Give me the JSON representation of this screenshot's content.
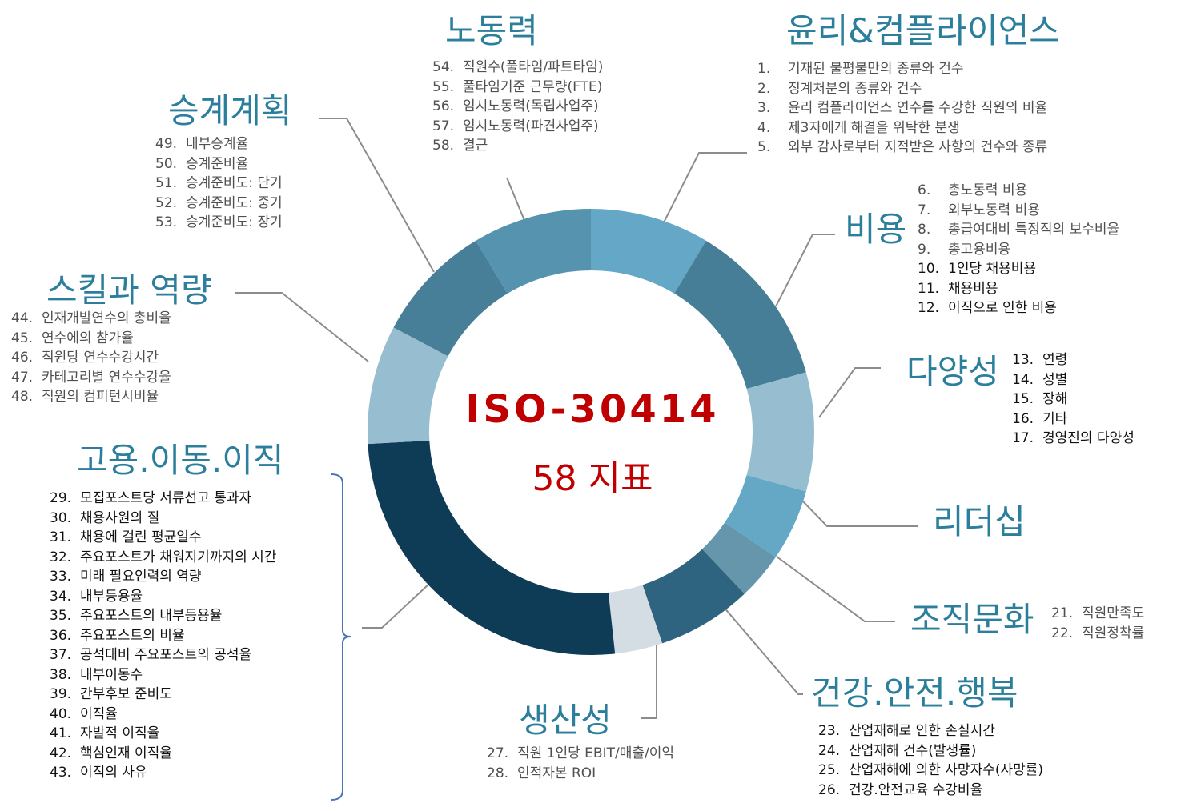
{
  "center": {
    "title": "ISO-30414",
    "subtitle": "58 지표"
  },
  "categories": [
    {
      "id": "labor",
      "title": "노동력",
      "items": [
        {
          "num": "54.",
          "text": "직원수(풀타임/파트타임)"
        },
        {
          "num": "55.",
          "text": "풀타임기준 근무량(FTE)"
        },
        {
          "num": "56.",
          "text": "임시노동력(독립사업주)"
        },
        {
          "num": "57.",
          "text": "임시노동력(파견사업주)"
        },
        {
          "num": "58.",
          "text": "결근"
        }
      ]
    },
    {
      "id": "ethics",
      "title": "윤리&컴플라이언스",
      "items": [
        {
          "num": "1.",
          "text": "기재된 불평불만의 종류와 건수"
        },
        {
          "num": "2.",
          "text": "징계처분의 종류와 건수"
        },
        {
          "num": "3.",
          "text": "윤리 컴플라이언스 연수를  수강한 직원의 비율"
        },
        {
          "num": "4.",
          "text": "제3자에게 해결을 위탁한 분쟁"
        },
        {
          "num": "5.",
          "text": "외부 감사로부터 지적받은 사항의 건수와 종류"
        }
      ]
    },
    {
      "id": "succession",
      "title": "승계계획",
      "items": [
        {
          "num": "49.",
          "text": "내부승계율"
        },
        {
          "num": "50.",
          "text": "승계준비율"
        },
        {
          "num": "51.",
          "text": "승계준비도: 단기"
        },
        {
          "num": "52.",
          "text": "승계준비도: 중기"
        },
        {
          "num": "53.",
          "text": "승계준비도: 장기"
        }
      ]
    },
    {
      "id": "cost",
      "title": "비용",
      "items": [
        {
          "num": "6.",
          "text": "총노동력 비용"
        },
        {
          "num": "7.",
          "text": "외부노동력 비용"
        },
        {
          "num": "8.",
          "text": "총급여대비 특정직의 보수비율"
        },
        {
          "num": "9.",
          "text": "총고용비용"
        },
        {
          "num": "10.",
          "text": "1인당 채용비용"
        },
        {
          "num": "11.",
          "text": "채용비용"
        },
        {
          "num": "12.",
          "text": "이직으로 인한 비용"
        }
      ]
    },
    {
      "id": "skills",
      "title": "스킬과 역량",
      "items": [
        {
          "num": "44.",
          "text": "인재개발연수의 총비율"
        },
        {
          "num": "45.",
          "text": "연수에의 참가율"
        },
        {
          "num": "46.",
          "text": "직원당 연수수강시간"
        },
        {
          "num": "47.",
          "text": "카테고리별 연수수강율"
        },
        {
          "num": "48.",
          "text": "직원의 컴피턴시비율"
        }
      ]
    },
    {
      "id": "diversity",
      "title": "다양성",
      "items": [
        {
          "num": "13.",
          "text": "연령"
        },
        {
          "num": "14.",
          "text": "성별"
        },
        {
          "num": "15.",
          "text": "장해"
        },
        {
          "num": "16.",
          "text": "기타"
        },
        {
          "num": "17.",
          "text": "경영진의 다양성"
        }
      ]
    },
    {
      "id": "hiring",
      "title": "고용.이동.이직",
      "items": [
        {
          "num": "29.",
          "text": "모집포스트당 서류선고 통과자"
        },
        {
          "num": "30.",
          "text": "채용사원의 질"
        },
        {
          "num": "31.",
          "text": "채용에 걸린 평균일수"
        },
        {
          "num": "32.",
          "text": "주요포스트가 채워지기까지의 시간"
        },
        {
          "num": "33.",
          "text": "미래 필요인력의 역량"
        },
        {
          "num": "34.",
          "text": "내부등용율"
        },
        {
          "num": "35.",
          "text": "주요포스트의 내부등용율"
        },
        {
          "num": "36.",
          "text": "주요포스트의 비율"
        },
        {
          "num": "37.",
          "text": "공석대비 주요포스트의 공석율"
        },
        {
          "num": "38.",
          "text": "내부이동수"
        },
        {
          "num": "39.",
          "text": "간부후보 준비도"
        },
        {
          "num": "40.",
          "text": "이직율"
        },
        {
          "num": "41.",
          "text": "자발적 이직율"
        },
        {
          "num": "42.",
          "text": "핵심인재 이직율"
        },
        {
          "num": "43.",
          "text": "이직의 사유"
        }
      ]
    },
    {
      "id": "leadership",
      "title": "리더십",
      "items": []
    },
    {
      "id": "culture",
      "title": "조직문화",
      "items": [
        {
          "num": "21.",
          "text": "직원만족도"
        },
        {
          "num": "22.",
          "text": "직원정착률"
        }
      ]
    },
    {
      "id": "productivity",
      "title": "생산성",
      "items": [
        {
          "num": "27.",
          "text": "직원 1인당 EBIT/매출/이익"
        },
        {
          "num": "28.",
          "text": "인적자본 ROI"
        }
      ]
    },
    {
      "id": "health",
      "title": "건강.안전.행복",
      "items": [
        {
          "num": "23.",
          "text": "산업재해로 인한 손실시간"
        },
        {
          "num": "24.",
          "text": "산업재해 건수(발생률)"
        },
        {
          "num": "25.",
          "text": "산업재해에 의한 사망자수(사망률)"
        },
        {
          "num": "26.",
          "text": "건강.안전교육 수강비율"
        }
      ]
    }
  ],
  "ring_segments": [
    {
      "category": "ethics",
      "indicators": 5,
      "color": "#64a7c6"
    },
    {
      "category": "cost",
      "indicators": 7,
      "color": "#467e98"
    },
    {
      "category": "diversity",
      "indicators": 5,
      "color": "#97bdd0"
    },
    {
      "category": "leadership",
      "indicators": 3,
      "color": "#64a8c6"
    },
    {
      "category": "culture",
      "indicators": 2,
      "color": "#6696ab"
    },
    {
      "category": "health",
      "indicators": 4,
      "color": "#2e6480"
    },
    {
      "category": "productivity",
      "indicators": 2,
      "color": "#d3dde3"
    },
    {
      "category": "hiring",
      "indicators": 15,
      "color": "#0e3b56"
    },
    {
      "category": "skills",
      "indicators": 5,
      "color": "#97bdd0"
    },
    {
      "category": "succession",
      "indicators": 5,
      "color": "#477e98"
    },
    {
      "category": "labor",
      "indicators": 5,
      "color": "#5593ae"
    }
  ],
  "colors": {
    "title": "#2c7f9c",
    "center": "#c00000",
    "connector": "#8c8c8c",
    "bracket": "#4a74b4"
  }
}
